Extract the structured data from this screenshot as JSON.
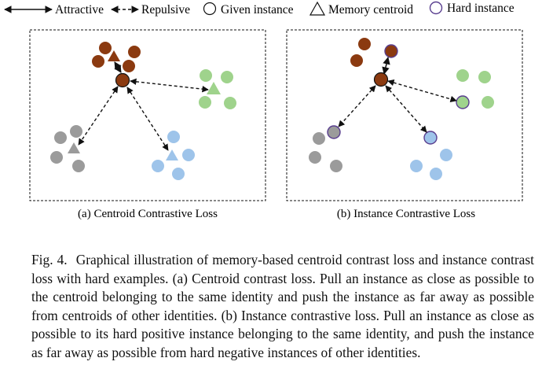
{
  "legend": {
    "attractive": "Attractive",
    "repulsive": "Repulsive",
    "given_instance": "Given instance",
    "memory_centroid": "Memory centroid",
    "hard_instance": "Hard instance"
  },
  "panels": [
    {
      "label": "(a) Centroid Contrastive Loss"
    },
    {
      "label": "(b) Instance Contrastive Loss"
    }
  ],
  "colors": {
    "brown": "#8b3a10",
    "green": "#9fd38c",
    "gray": "#9b9b9b",
    "blue": "#9ec4ea",
    "hard_outline": "#5a3f8f",
    "line": "#111111"
  },
  "caption": {
    "label": "Fig. 4.",
    "text": "Graphical illustration of memory-based centroid contrast loss and instance contrast loss with hard examples. (a) Centroid contrast loss. Pull an instance as close as possible to the centroid belonging to the same identity and push the instance as far away as possible from centroids of other identities. (b) Instance contrastive loss. Pull an instance as close as possible to its hard positive instance belonging to the same identity, and push the instance as far away as possible from hard negative instances of other identities."
  }
}
